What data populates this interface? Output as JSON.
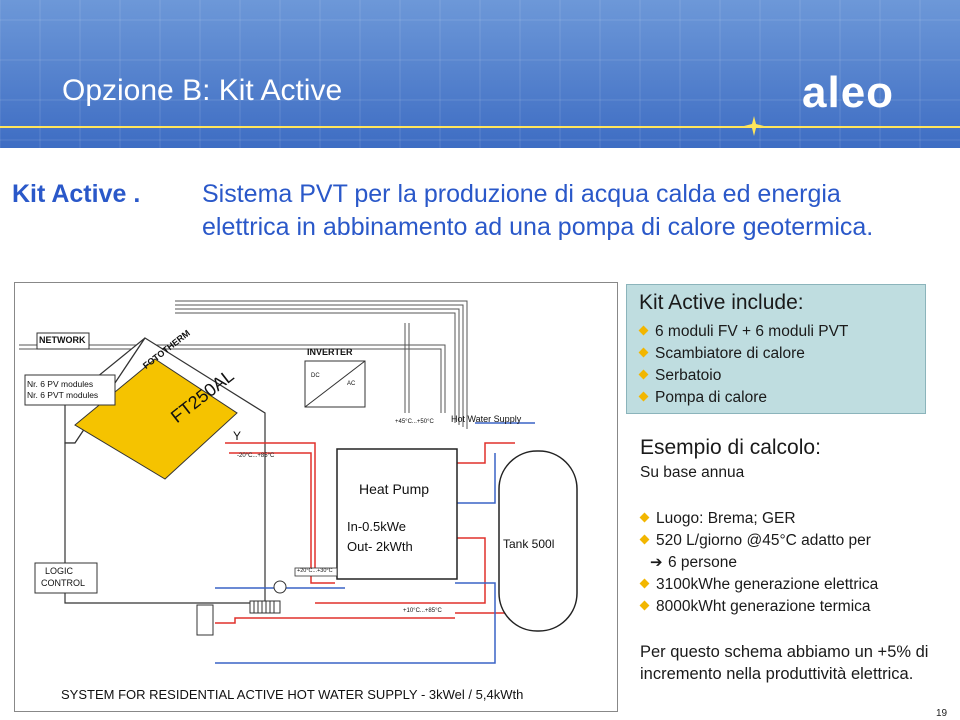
{
  "slide": {
    "title": "Opzione B: Kit Active",
    "logo_text": "aleo",
    "kit_label": "Kit Active .",
    "subtitle": "Sistema PVT per la produzione di acqua calda ed energia elettrica in abbinamento ad una pompa di calore geotermica.",
    "page_number": "19"
  },
  "diagram": {
    "network": "NETWORK",
    "modules_line1": "Nr. 6 PV modules",
    "modules_line2": "Nr. 6 PVT modules",
    "fototherm": "FOTOTHERM",
    "panel_model": "FT250AL",
    "y_mark": "Y",
    "inverter": "INVERTER",
    "dc": "DC",
    "ac": "AC",
    "temp_roof": "-20°C...+85°C",
    "temp_supply": "+45°C...+50°C",
    "hot_water_supply": "Hot Water Supply",
    "heat_pump": "Heat Pump",
    "heat_pump_in": "In-0.5kWe",
    "heat_pump_out": "Out- 2kWth",
    "tank": "Tank 500l",
    "logic_control_line1": "LOGIC",
    "logic_control_line2": "CONTROL",
    "temp_ground": "+20°C...+30°C",
    "temp_return": "+10°C...+85°C",
    "caption": "SYSTEM FOR RESIDENTIAL ACTIVE HOT WATER SUPPLY - 3kWel / 5,4kWth"
  },
  "kit_box": {
    "heading": "Kit Active include:",
    "items": [
      "6 moduli FV + 6 moduli PVT",
      "Scambiatore di calore",
      "Serbatoio",
      "Pompa di calore"
    ]
  },
  "calc": {
    "title": "Esempio di calcolo:",
    "subtitle": "Su base annua",
    "items": [
      "Luogo: Brema; GER",
      "520 L/giorno @45°C adatto per"
    ],
    "sub_item": "6 persone",
    "items2": [
      "3100kWhe generazione elettrica",
      "8000kWht generazione termica"
    ]
  },
  "note": "Per questo schema abbiamo un +5% di incremento nella produttività elettrica.",
  "colors": {
    "header_top": "#6d98d8",
    "header_bottom": "#3e6dc3",
    "accent_text": "#2a58c9",
    "bullet": "#f2b600",
    "box_bg": "#bfdde0",
    "hot_pipe": "#e0302b",
    "roof_fill": "#f5c300"
  }
}
